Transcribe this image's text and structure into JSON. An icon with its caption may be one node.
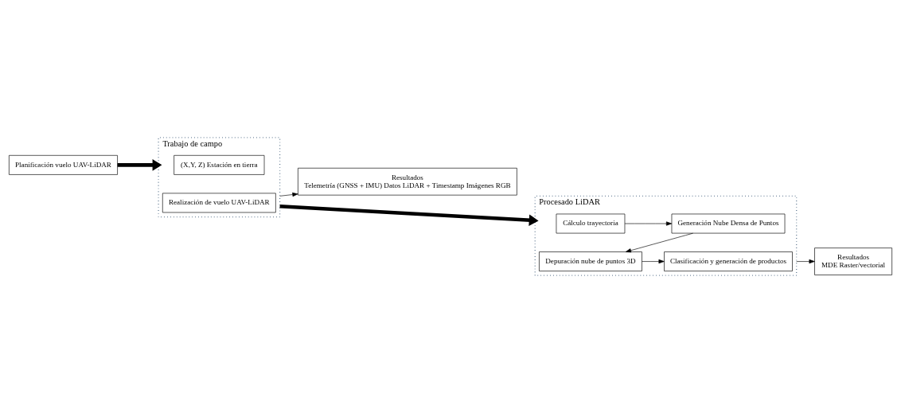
{
  "diagram": {
    "nodes": [
      {
        "text": [
          "Planificación vuelo UAV-LiDAR"
        ]
      },
      {
        "text": [
          "Trabajo de campo"
        ]
      },
      {
        "text": [
          "(X,Y, Z) Estación en tierra"
        ],
        "in": 1
      },
      {
        "text": [
          "Realización de vuelo UAV-LiDAR"
        ],
        "in": 1
      },
      {
        "text": [
          "Resultados",
          "Telemetría (GNSS + IMU) Datos LiDAR + Timestamp Imágenes RGB"
        ]
      },
      {
        "text": [
          "Procesado LiDAR"
        ]
      },
      {
        "text": [
          "Cálculo trayectoria"
        ],
        "in": 5
      },
      {
        "text": [
          "Generación Nube Densa de Puntos"
        ],
        "in": 5
      },
      {
        "text": [
          "Depuración nube de puntos 3D"
        ],
        "in": 5
      },
      {
        "text": [
          "Clasificación y generación de productos"
        ],
        "in": 5
      },
      {
        "text": [
          "Resultados",
          "MDE Raster/vectorial"
        ]
      }
    ],
    "edges": [
      {
        "from": 0,
        "to": 1,
        "arrow": "to",
        "style": "thick"
      },
      {
        "from": 1,
        "to": 4,
        "arrow": "to"
      },
      {
        "from": 1,
        "to": 5,
        "arrow": "to",
        "style": "thick"
      },
      {
        "from": 6,
        "to": 7,
        "arrow": "to"
      },
      {
        "from": 7,
        "to": 8,
        "arrow": "to"
      },
      {
        "from": 8,
        "to": 9,
        "arrow": "to"
      },
      {
        "from": 5,
        "to": 10,
        "arrow": "to"
      }
    ]
  }
}
